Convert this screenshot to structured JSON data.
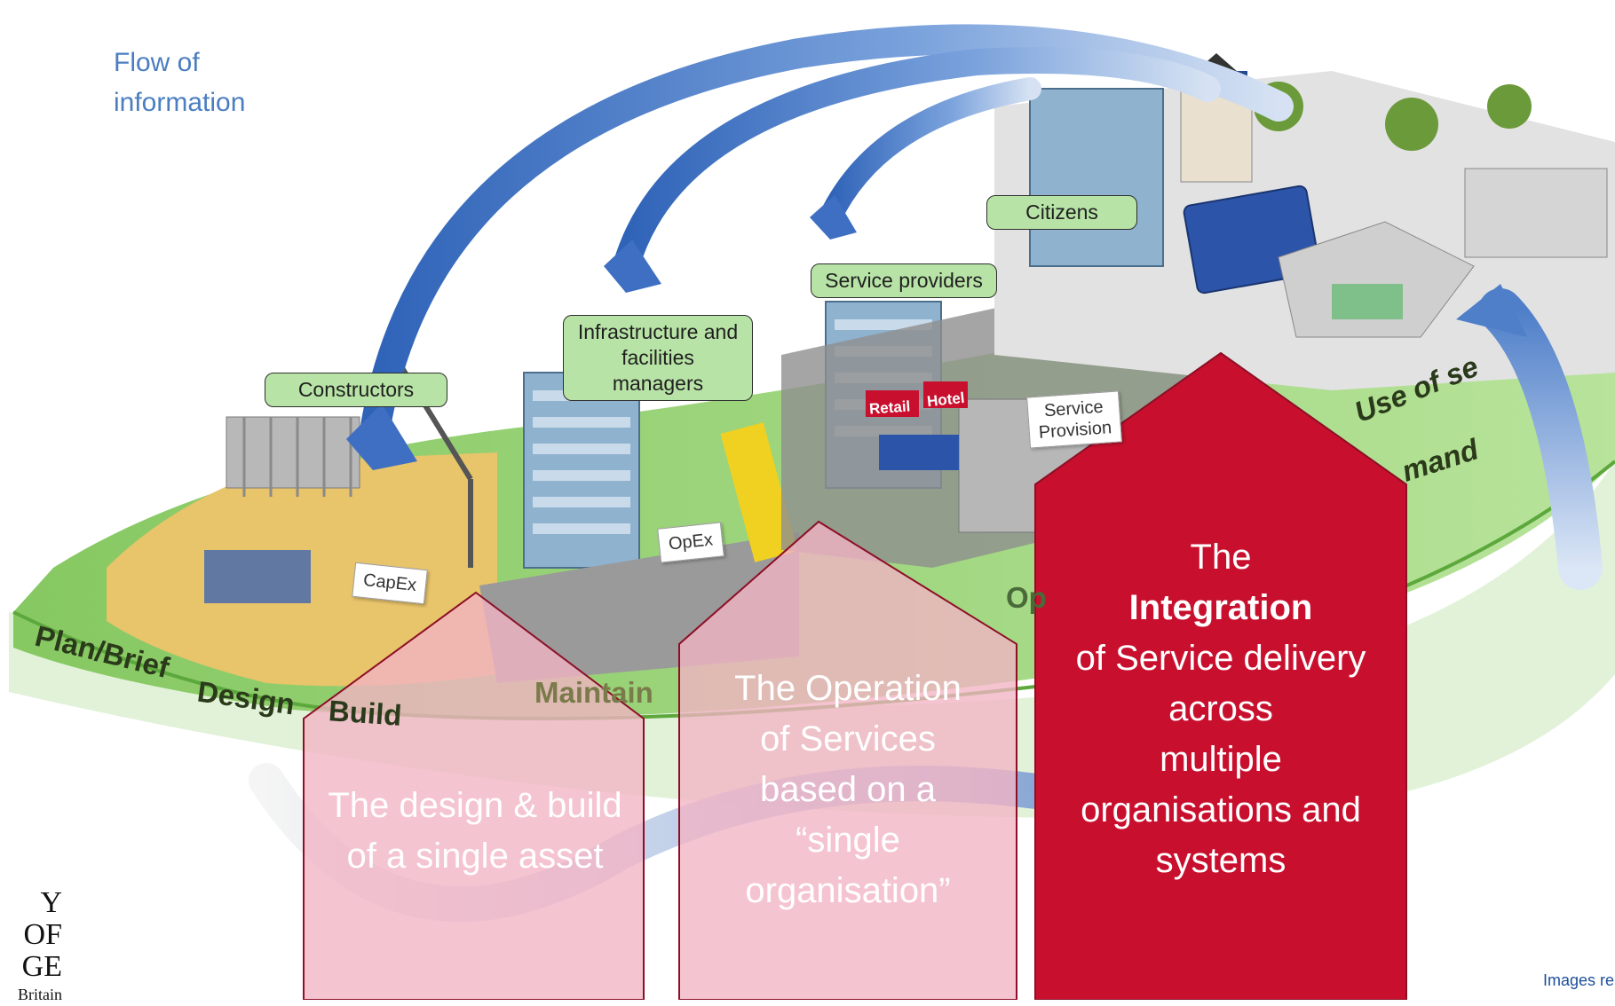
{
  "title_note": {
    "line1": "Flow of",
    "line2": "information"
  },
  "labels": {
    "constructors": "Constructors",
    "infra_line1": "Infrastructure and",
    "infra_line2": "facilities managers",
    "service_providers": "Service providers",
    "citizens": "Citizens",
    "capex": "CapEx",
    "opex": "OpEx",
    "service_provision_line1": "Service",
    "service_provision_line2": "Provision",
    "retail": "Retail",
    "hotel": "Hotel"
  },
  "stages": {
    "plan": "Plan/Brief",
    "design": "Design",
    "build": "Build",
    "maintain": "Maintain",
    "operate_partial": "Op",
    "use_of_services": "Use of se",
    "demand": "mand"
  },
  "arrows": {
    "pink1": {
      "line1": "The design & build",
      "line2": "of a single asset"
    },
    "pink2": {
      "line1": "The Operation",
      "line2": "of Services",
      "line3": "based on a",
      "line4": "“single",
      "line5": "organisation”"
    },
    "red": {
      "line1": "The",
      "line2": "Integration",
      "line3": "of Service delivery",
      "line4": "across",
      "line5": "multiple",
      "line6": "organisations and",
      "line7": "systems"
    }
  },
  "logo": {
    "line1": "Y OF",
    "line2": "GE",
    "line3": "Britain"
  },
  "credit": "Images re",
  "colors": {
    "flow_arrow": "#5b87cc",
    "ground_green": "#7cc35a",
    "pink_fill": "#f2b3c4",
    "red_fill": "#c8102e",
    "label_green": "#b8e3a6"
  }
}
